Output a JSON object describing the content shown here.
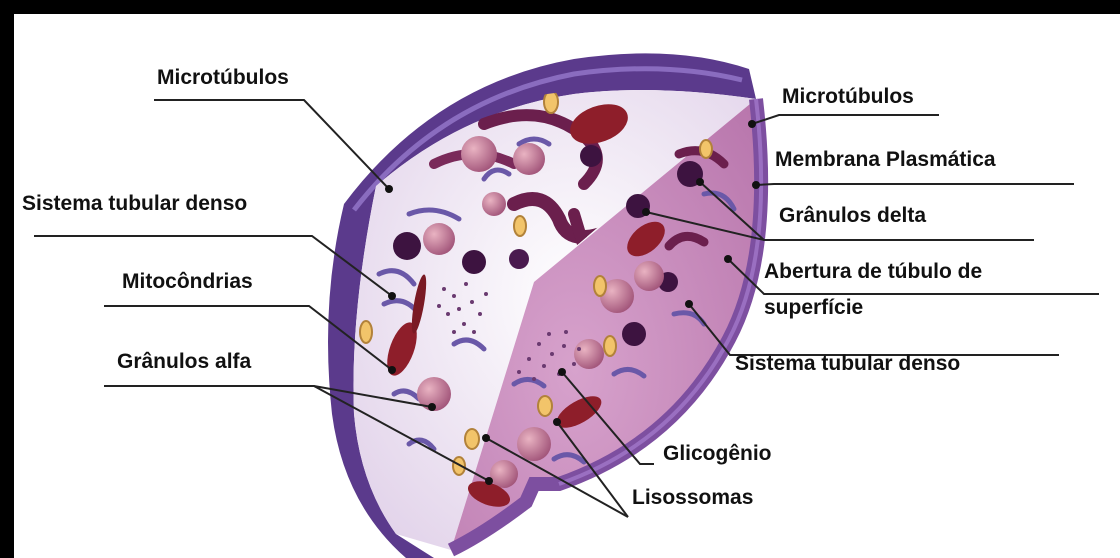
{
  "diagram": {
    "labels": {
      "microtubulos_left": "Microtúbulos",
      "sistema_tubular_left": "Sistema tubular denso",
      "mitocondrias": "Mitocôndrias",
      "granulos_alfa": "Grânulos alfa",
      "microtubulos_right": "Microtúbulos",
      "membrana": "Membrana Plasmática",
      "granulos_delta": "Grânulos delta",
      "abertura_line1": "Abertura de túbulo de",
      "abertura_line2": "superfície",
      "sistema_tubular_right": "Sistema tubular denso",
      "glicogenio": "Glicogênio",
      "lisossomas": "Lisossomas"
    },
    "colors": {
      "border": "#000000",
      "background": "#ffffff",
      "outer_membrane": "#5b3a8c",
      "membrane_light": "#7d5bb0",
      "interior": "#efe6f2",
      "cut_face": "#c98bbd",
      "mitochondria": "#8e1e2a",
      "granule_dark": "#3d1340",
      "granule_alpha": "#c77c93",
      "tubule": "#5e4a9e",
      "lysosome": "#f2c46a",
      "label_line": "#222222"
    }
  }
}
